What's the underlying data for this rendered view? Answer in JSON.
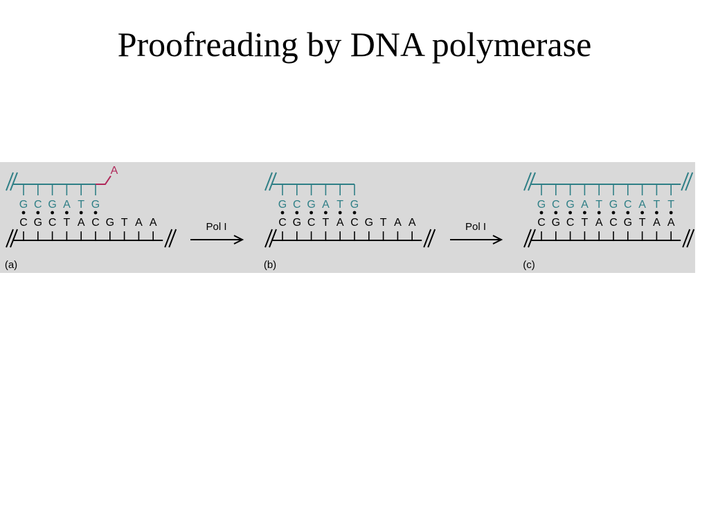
{
  "title": "Proofreading by DNA polymerase",
  "colors": {
    "background": "#d9d9d9",
    "new_strand": "#2f7f86",
    "template_strand": "#000000",
    "mismatch": "#b0285a"
  },
  "enzyme_label": "Pol I",
  "panels": [
    {
      "label": "(a)",
      "new_strand": [
        "G",
        "C",
        "G",
        "A",
        "T",
        "G"
      ],
      "mismatch_base": "A",
      "template_strand": [
        "C",
        "G",
        "C",
        "T",
        "A",
        "C",
        "G",
        "T",
        "A",
        "A"
      ],
      "paired_count": 6
    },
    {
      "label": "(b)",
      "new_strand": [
        "G",
        "C",
        "G",
        "A",
        "T",
        "G"
      ],
      "mismatch_base": null,
      "template_strand": [
        "C",
        "G",
        "C",
        "T",
        "A",
        "C",
        "G",
        "T",
        "A",
        "A"
      ],
      "paired_count": 6
    },
    {
      "label": "(c)",
      "new_strand": [
        "G",
        "C",
        "G",
        "A",
        "T",
        "G",
        "C",
        "A",
        "T",
        "T"
      ],
      "mismatch_base": null,
      "template_strand": [
        "C",
        "G",
        "C",
        "T",
        "A",
        "C",
        "G",
        "T",
        "A",
        "A"
      ],
      "paired_count": 10
    }
  ]
}
